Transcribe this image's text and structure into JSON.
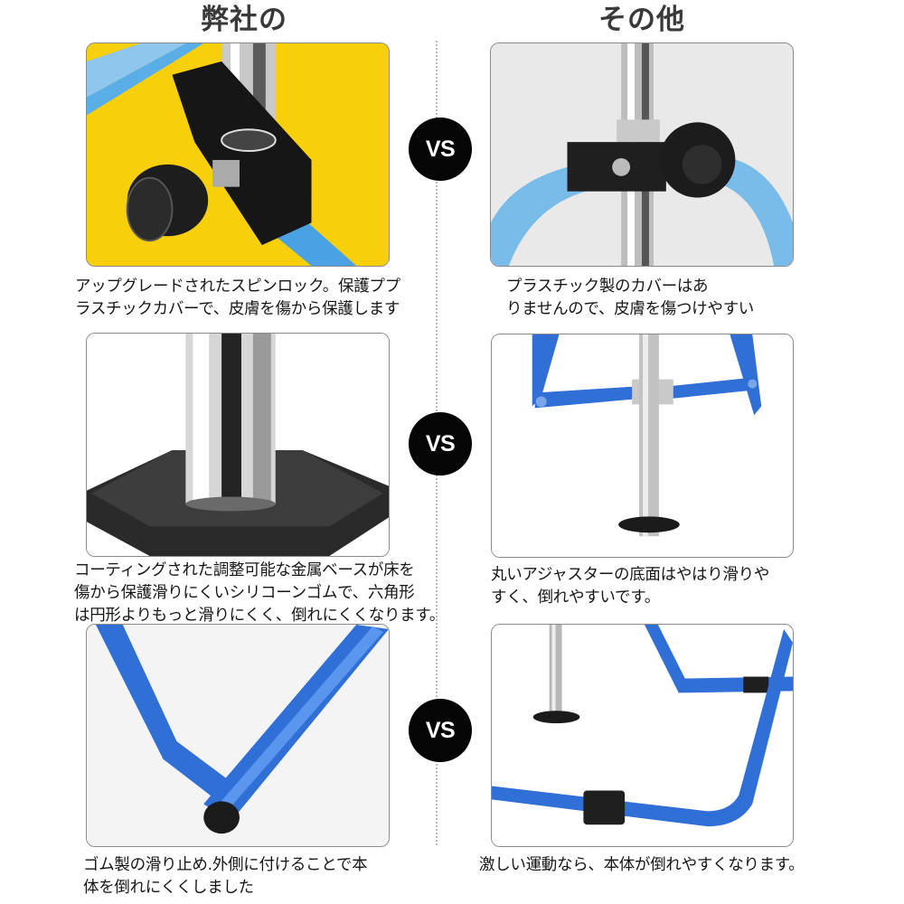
{
  "header": {
    "left_title": "弊社の",
    "right_title": "その他"
  },
  "vs_label": "VS",
  "rows": [
    {
      "left": {
        "image": "spin-lock-plastic-cover-on-blue-frame-yellow-background",
        "caption": "アップグレードされたスピンロック。保護ププ\nラスチックカバーで、皮膚を傷から保護します"
      },
      "right": {
        "image": "metal-clamp-with-knob-no-cover",
        "caption": "プラスチック製のカバーはあ\nりませんので、皮膚を傷つけやすい"
      }
    },
    {
      "left": {
        "image": "hexagonal-black-metal-base",
        "caption": "コーティングされた調整可能な金属ベースが床を\n傷から保護滑りにくいシリコーンゴムで、六角形\nは円形よりもっと滑りにくく、倒れにくくなります。"
      },
      "right": {
        "image": "round-adjuster-base-on-pole",
        "caption": "丸いアジャスターの底面はやはり滑りや\nすく、倒れやすいです。"
      }
    },
    {
      "left": {
        "image": "blue-frame-with-rubber-foot-outside",
        "caption": "ゴム製の滑り止め.外側に付けることで本\n体を倒れにくくしました"
      },
      "right": {
        "image": "blue-frame-with-rubber-sleeves-inside",
        "caption": "激しい運動なら、本体が倒れやすくなります。"
      }
    }
  ],
  "colors": {
    "accent_blue": "#2f6fd6",
    "light_blue": "#5aaee8",
    "yellow": "#f7cf0a",
    "vs_circle": "#050505"
  }
}
